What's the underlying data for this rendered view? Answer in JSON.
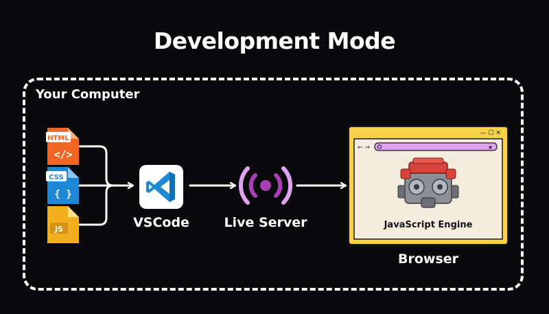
{
  "diagram": {
    "title": "Development Mode",
    "container_label": "Your Computer",
    "files": [
      {
        "name": "html-file",
        "tag": "HTML",
        "glyph": "</>",
        "color": "#f26522",
        "tab_color": "#ffffff"
      },
      {
        "name": "css-file",
        "tag": "CSS",
        "glyph": "{ }",
        "color": "#1e88d6",
        "tab_color": "#ffffff"
      },
      {
        "name": "js-file",
        "tag": "JS",
        "glyph": "",
        "color": "#f2b01e",
        "tab_color": "#ffffff"
      }
    ],
    "nodes": {
      "vscode": {
        "label": "VSCode",
        "icon": "vscode-icon",
        "color": "#1f8ad2"
      },
      "live_server": {
        "label": "Live Server",
        "icon": "broadcast-icon",
        "color": "#a83fb5"
      },
      "browser": {
        "label": "Browser",
        "engine_label": "JavaScript Engine",
        "frame_color": "#f6d24a",
        "screen_color": "#f4ecdf",
        "urlbar_color": "#e0a3f2",
        "nav_text": "← →",
        "window_controls": "— ☐ ✕",
        "bookmark_glyph": "★"
      }
    },
    "edges": [
      {
        "from": "html-file",
        "to": "vscode"
      },
      {
        "from": "css-file",
        "to": "vscode"
      },
      {
        "from": "js-file",
        "to": "vscode"
      },
      {
        "from": "vscode",
        "to": "live_server"
      },
      {
        "from": "live_server",
        "to": "browser"
      }
    ]
  }
}
